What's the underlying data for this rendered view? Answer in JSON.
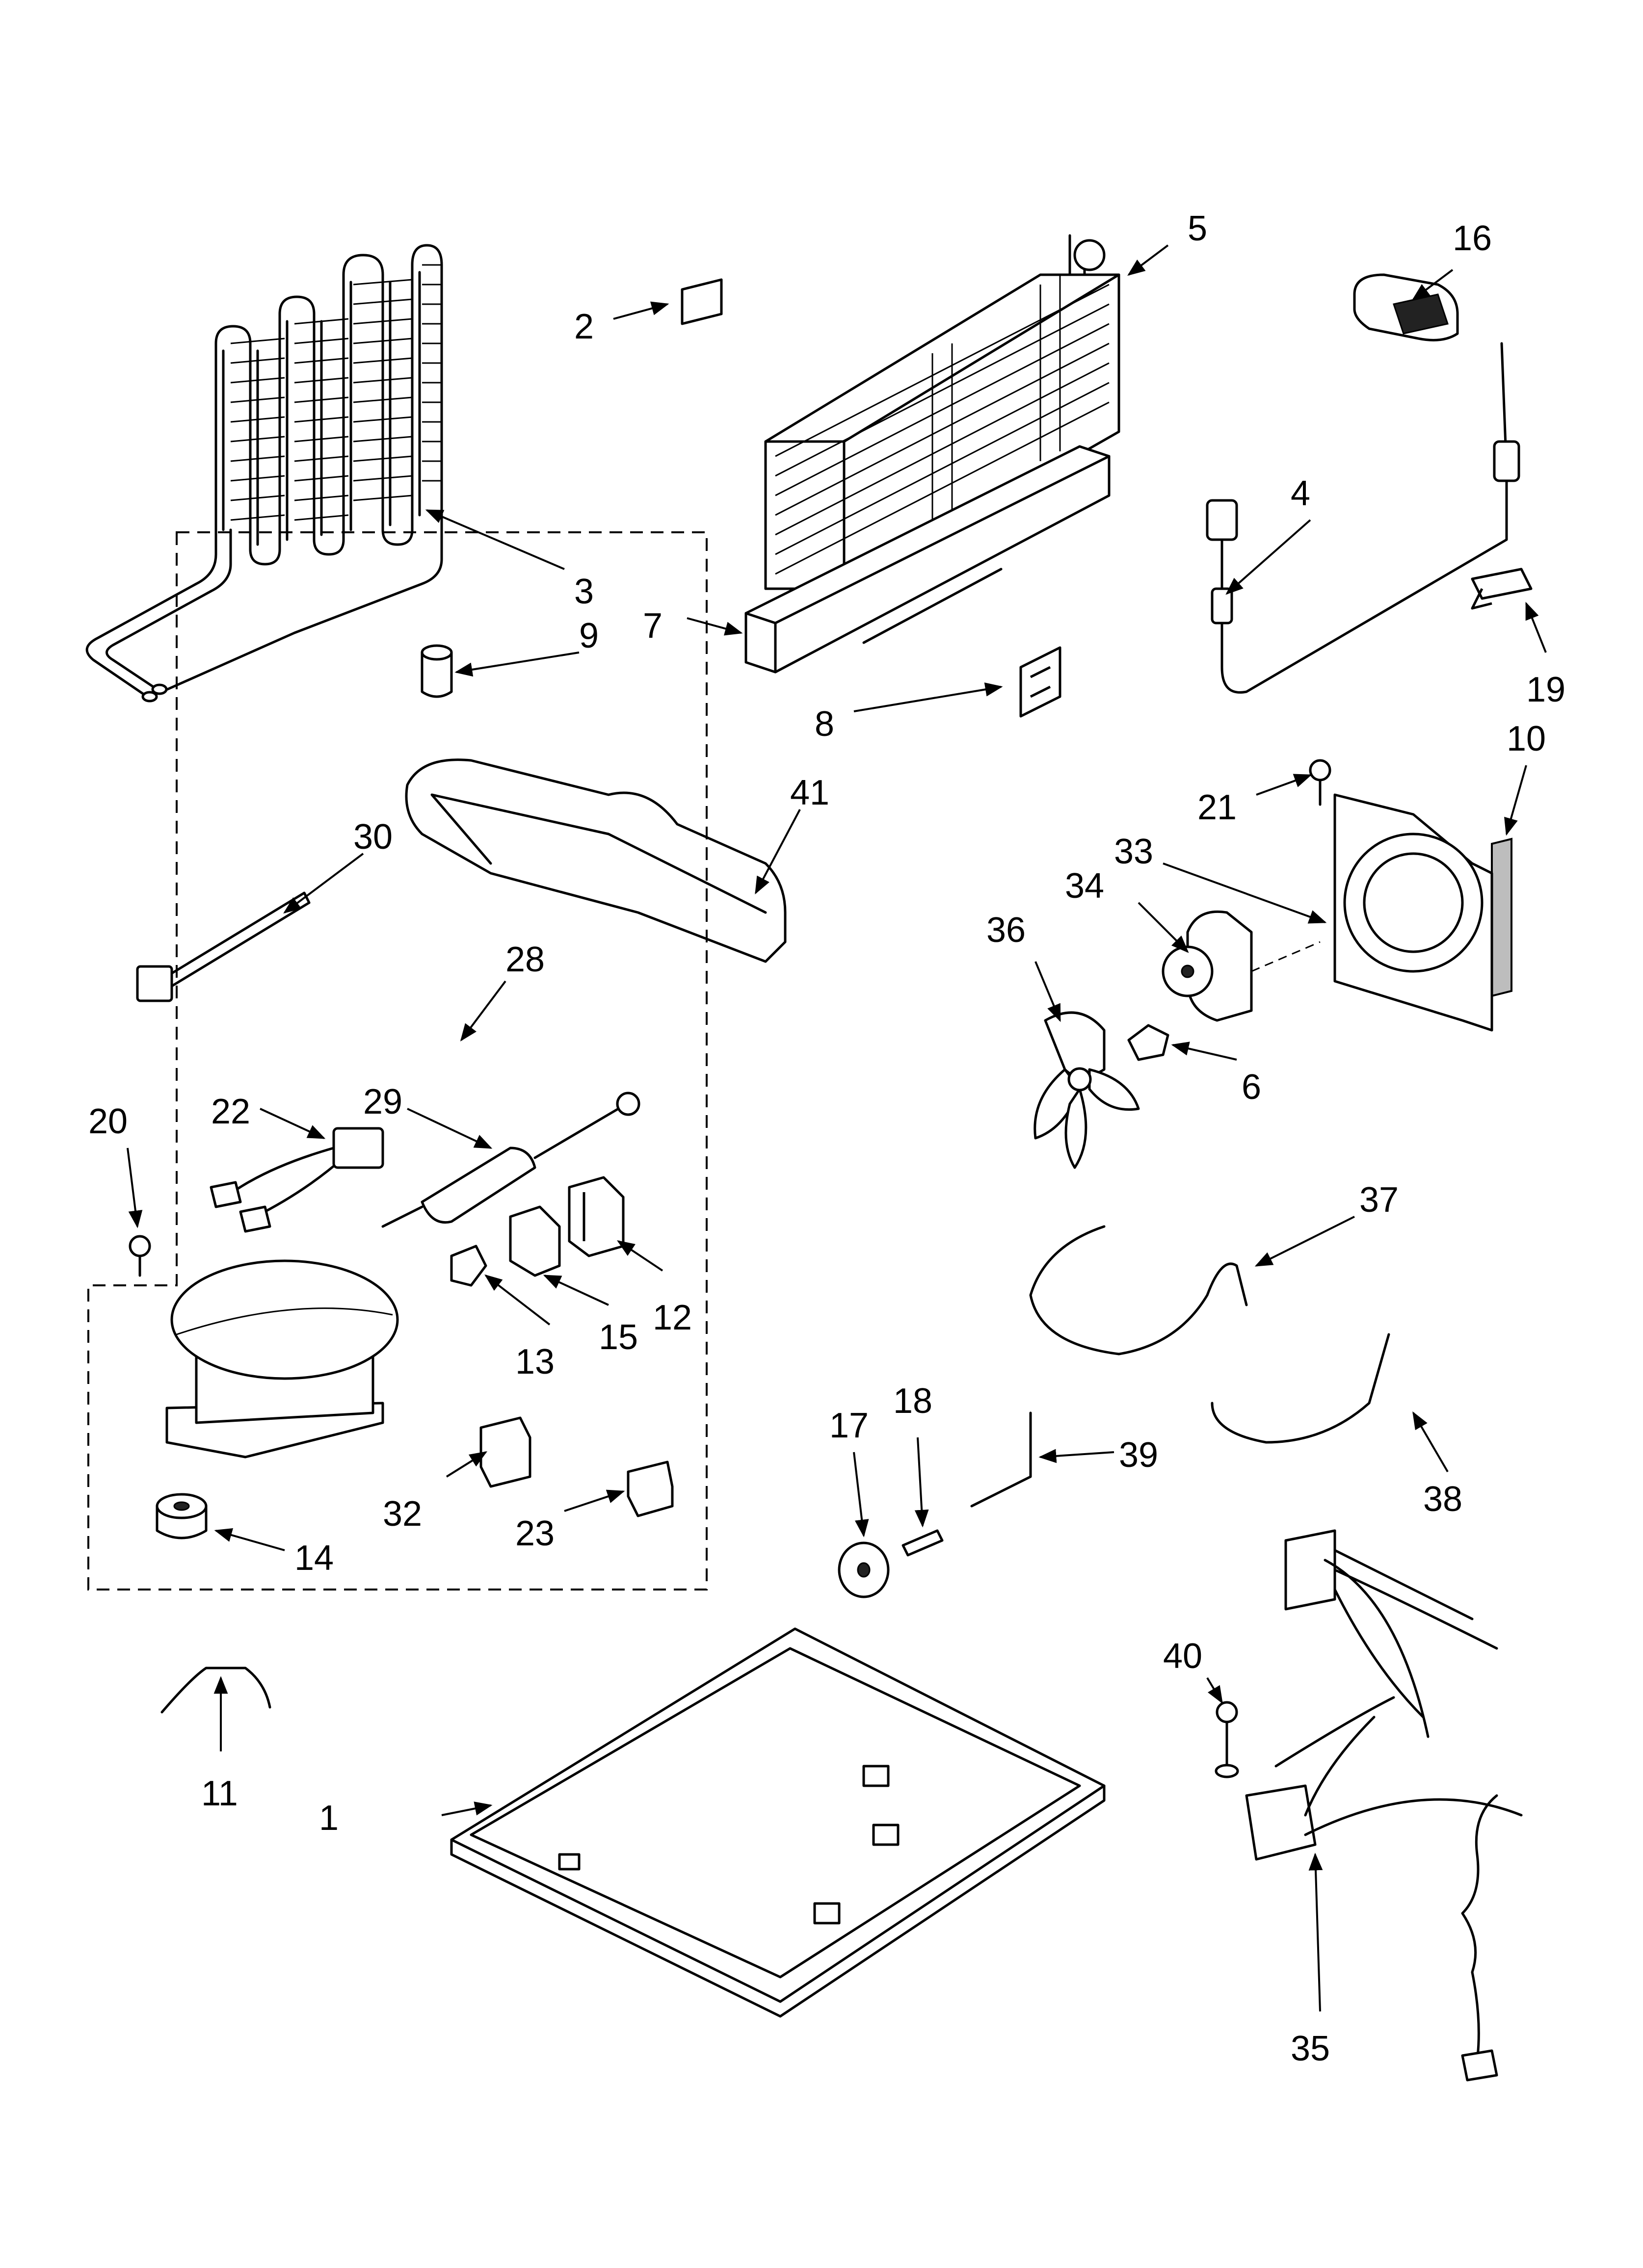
{
  "diagram": {
    "callouts": [
      {
        "id": "c1",
        "text": "1"
      },
      {
        "id": "c2",
        "text": "2"
      },
      {
        "id": "c3",
        "text": "3"
      },
      {
        "id": "c4",
        "text": "4"
      },
      {
        "id": "c5",
        "text": "5"
      },
      {
        "id": "c6",
        "text": "6"
      },
      {
        "id": "c7",
        "text": "7"
      },
      {
        "id": "c8",
        "text": "8"
      },
      {
        "id": "c9",
        "text": "9"
      },
      {
        "id": "c10",
        "text": "10"
      },
      {
        "id": "c11",
        "text": "11"
      },
      {
        "id": "c12",
        "text": "12"
      },
      {
        "id": "c13",
        "text": "13"
      },
      {
        "id": "c14",
        "text": "14"
      },
      {
        "id": "c15",
        "text": "15"
      },
      {
        "id": "c16",
        "text": "16"
      },
      {
        "id": "c17",
        "text": "17"
      },
      {
        "id": "c18",
        "text": "18"
      },
      {
        "id": "c19",
        "text": "19"
      },
      {
        "id": "c20",
        "text": "20"
      },
      {
        "id": "c21",
        "text": "21"
      },
      {
        "id": "c22",
        "text": "22"
      },
      {
        "id": "c23",
        "text": "23"
      },
      {
        "id": "c28",
        "text": "28"
      },
      {
        "id": "c29",
        "text": "29"
      },
      {
        "id": "c30",
        "text": "30"
      },
      {
        "id": "c32",
        "text": "32"
      },
      {
        "id": "c33",
        "text": "33"
      },
      {
        "id": "c34",
        "text": "34"
      },
      {
        "id": "c35",
        "text": "35"
      },
      {
        "id": "c36",
        "text": "36"
      },
      {
        "id": "c37",
        "text": "37"
      },
      {
        "id": "c38",
        "text": "38"
      },
      {
        "id": "c39",
        "text": "39"
      },
      {
        "id": "c40",
        "text": "40"
      },
      {
        "id": "c41",
        "text": "41"
      }
    ]
  }
}
